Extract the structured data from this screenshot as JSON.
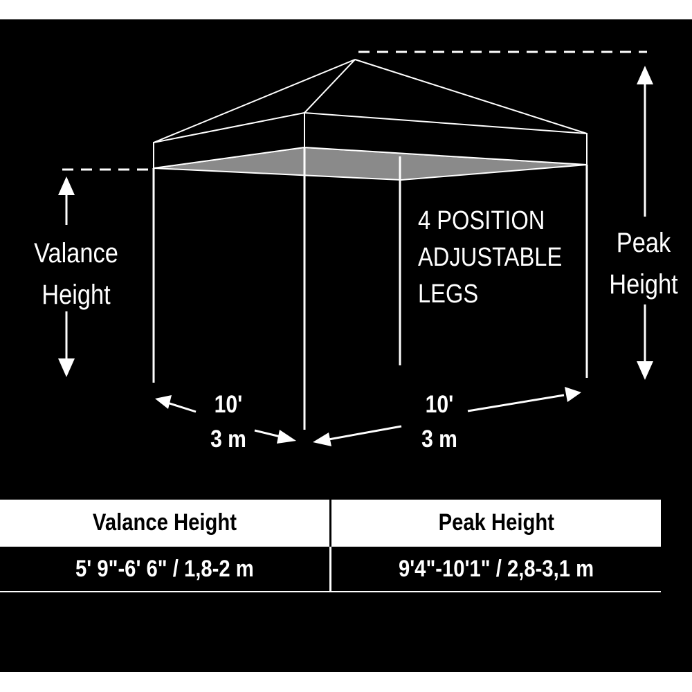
{
  "labels": {
    "valance": [
      "Valance",
      "Height"
    ],
    "peak": [
      "Peak",
      "Height"
    ],
    "legs": [
      "4 POSITION",
      "ADJUSTABLE",
      "LEGS"
    ],
    "dim_left": [
      "10'",
      "3 m"
    ],
    "dim_right": [
      "10'",
      "3 m"
    ]
  },
  "table": {
    "headers": [
      "Valance Height",
      "Peak Height"
    ],
    "values": [
      "5' 9\"-6' 6\" /  1,8-2 m",
      "9'4\"-10'1\" / 2,8-3,1 m"
    ]
  },
  "colors": {
    "background": "#000000",
    "lines": "#ffffff",
    "canopy_underside": "#8a8a8a",
    "page": "#ffffff"
  }
}
